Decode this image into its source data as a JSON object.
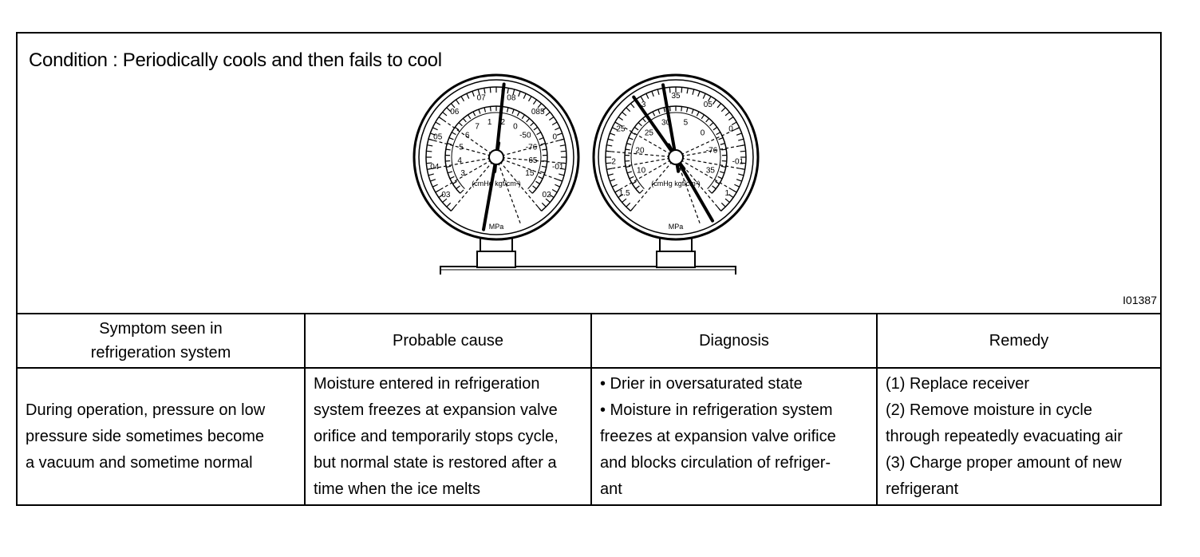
{
  "condition": "Condition : Periodically cools and then fails to cool",
  "figure_code": "I01387",
  "gauges": {
    "low": {
      "outer_marks": [
        "03",
        "04",
        "05",
        "06",
        "07",
        "08",
        "085",
        "0",
        "-01",
        "02"
      ],
      "inner_marks": [
        "3",
        "4",
        "5",
        "6",
        "7",
        "1",
        "2",
        "0",
        "-50",
        "-76",
        "65",
        "15"
      ],
      "unit_label": "(cmHg  kgf/cm²)",
      "bottom_label": "MPa"
    },
    "high": {
      "outer_marks": [
        "1.5",
        "2",
        "25",
        "3",
        "35",
        "05",
        "0",
        "-01",
        "1"
      ],
      "inner_marks": [
        "10",
        "20",
        "25",
        "30",
        "5",
        "0",
        "-76",
        "35"
      ],
      "unit_label": "(cmHg  kgf/cm²)",
      "bottom_label": "MPa"
    }
  },
  "table": {
    "headers": [
      [
        "Symptom seen in",
        "refrigeration system"
      ],
      [
        "Probable cause"
      ],
      [
        "Diagnosis"
      ],
      [
        "Remedy"
      ]
    ],
    "row": [
      [
        "During operation, pressure on low",
        "pressure side sometimes become",
        "a vacuum and sometime normal"
      ],
      [
        "Moisture entered in refrigeration",
        "system freezes at expansion valve",
        "orifice and temporarily stops cycle,",
        "but normal state is restored after a",
        "time when the ice melts"
      ],
      [
        "• Drier in oversaturated state",
        "• Moisture in refrigeration system",
        "freezes at expansion valve orifice",
        "and blocks circulation of refriger-",
        "ant"
      ],
      [
        "(1) Replace receiver",
        "(2) Remove moisture in cycle",
        "through repeatedly evacuating air",
        "(3) Charge proper amount of new",
        "refrigerant"
      ]
    ]
  }
}
